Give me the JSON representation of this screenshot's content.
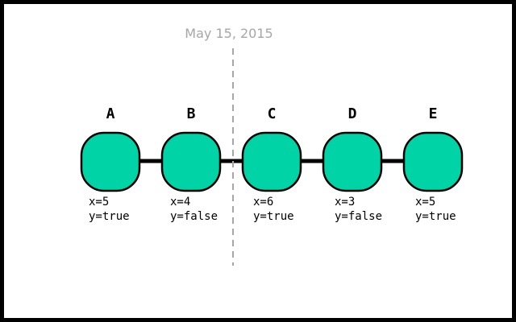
{
  "timeline": {
    "date_label": "May 15, 2015"
  },
  "nodes": [
    {
      "id": "A",
      "attrs": [
        "x=5",
        "y=true"
      ]
    },
    {
      "id": "B",
      "attrs": [
        "x=4",
        "y=false"
      ]
    },
    {
      "id": "C",
      "attrs": [
        "x=6",
        "y=true"
      ]
    },
    {
      "id": "D",
      "attrs": [
        "x=3",
        "y=false"
      ]
    },
    {
      "id": "E",
      "attrs": [
        "x=5",
        "y=true"
      ]
    }
  ],
  "colors": {
    "node_fill": "#00d4a6",
    "node_stroke": "#000000",
    "divider": "#a6a6a6",
    "date_text": "#a6a6a6"
  }
}
